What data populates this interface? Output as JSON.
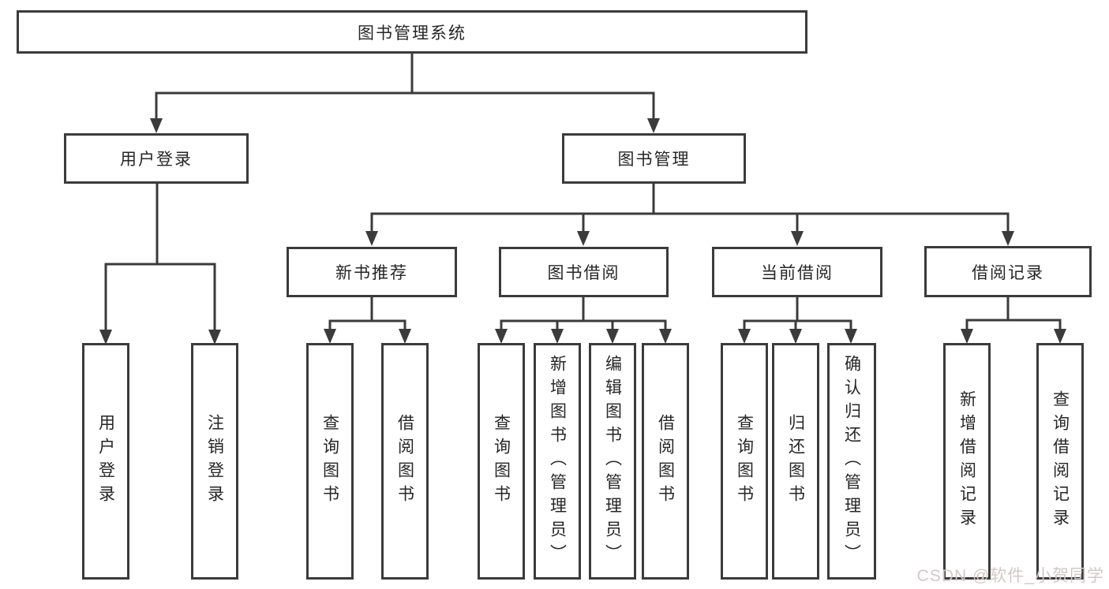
{
  "diagram": {
    "root": {
      "label": "图书管理系统"
    },
    "level2": [
      {
        "id": "user-login",
        "label": "用户登录"
      },
      {
        "id": "book-management",
        "label": "图书管理"
      }
    ],
    "level3": [
      {
        "id": "new-book-recommend",
        "label": "新书推荐"
      },
      {
        "id": "book-borrowing",
        "label": "图书借阅"
      },
      {
        "id": "current-borrowing",
        "label": "当前借阅"
      },
      {
        "id": "borrowing-records",
        "label": "借阅记录"
      }
    ],
    "leaves": [
      {
        "parent": "user-login",
        "label": "用户登录"
      },
      {
        "parent": "user-login",
        "label": "注销登录"
      },
      {
        "parent": "new-book-recommend",
        "label": "查询图书"
      },
      {
        "parent": "new-book-recommend",
        "label": "借阅图书"
      },
      {
        "parent": "book-borrowing",
        "label": "查询图书"
      },
      {
        "parent": "book-borrowing",
        "label": "新增图书（管理员）"
      },
      {
        "parent": "book-borrowing",
        "label": "编辑图书（管理员）"
      },
      {
        "parent": "book-borrowing",
        "label": "借阅图书"
      },
      {
        "parent": "current-borrowing",
        "label": "查询图书"
      },
      {
        "parent": "current-borrowing",
        "label": "归还图书"
      },
      {
        "parent": "current-borrowing",
        "label": "确认归还（管理员）"
      },
      {
        "parent": "borrowing-records",
        "label": "新增借阅记录"
      },
      {
        "parent": "borrowing-records",
        "label": "查询借阅记录"
      }
    ],
    "colors": {
      "line": "#3b3b3b",
      "text": "#262626",
      "watermark": "#d1c8c8",
      "background": "#ffffff"
    },
    "watermark": "CSDN @软件_小贺同学"
  }
}
